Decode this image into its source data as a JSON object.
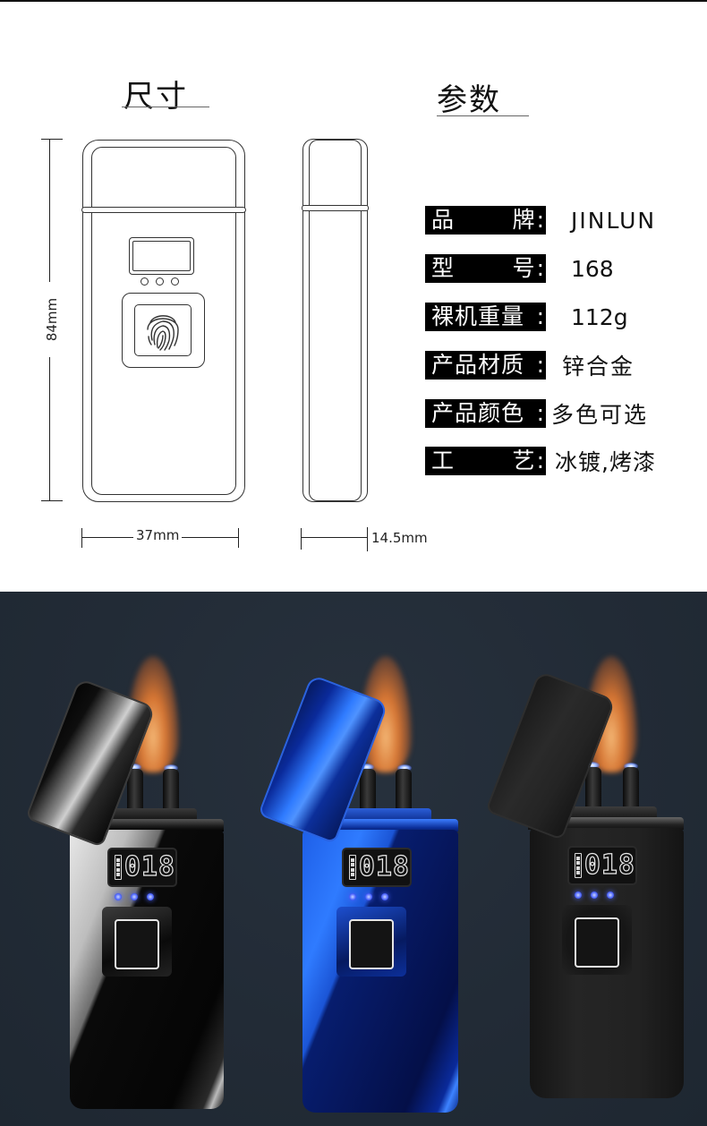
{
  "size_section": {
    "heading": "尺寸",
    "height_label": "84mm",
    "width_label": "37mm",
    "depth_label": "14.5mm"
  },
  "params_section": {
    "heading": "参数",
    "rows": [
      {
        "key_left": "品",
        "key_right": "牌",
        "colon": ":",
        "value": "JINLUN"
      },
      {
        "key_left": "型",
        "key_right": "号",
        "colon": ":",
        "value": "168"
      },
      {
        "key_left": "裸机重量",
        "key_right": "",
        "colon": ":",
        "value": "112g"
      },
      {
        "key_left": "产品材质",
        "key_right": "",
        "colon": ":",
        "value": "锌合金"
      },
      {
        "key_left": "产品颜色",
        "key_right": "",
        "colon": ":",
        "value": "多色可选"
      },
      {
        "key_left": "工",
        "key_right": "艺",
        "colon": ":",
        "value": "冰镀,烤漆"
      }
    ]
  },
  "product_photo": {
    "background_color": "#222b36",
    "variants": [
      {
        "name": "glossy-black",
        "display_digits": "018",
        "body_color": "#0b0b0b",
        "highlight_color": "#b9b9b9"
      },
      {
        "name": "ice-blue",
        "display_digits": "018",
        "body_color": "#0a2a9a",
        "highlight_color": "#2f7bff"
      },
      {
        "name": "matte-black",
        "display_digits": "018",
        "body_color": "#1e1e1e",
        "highlight_color": "#2a2a2a"
      }
    ],
    "flame_color": "#f0843a",
    "arc_color": "#4a62ff"
  }
}
